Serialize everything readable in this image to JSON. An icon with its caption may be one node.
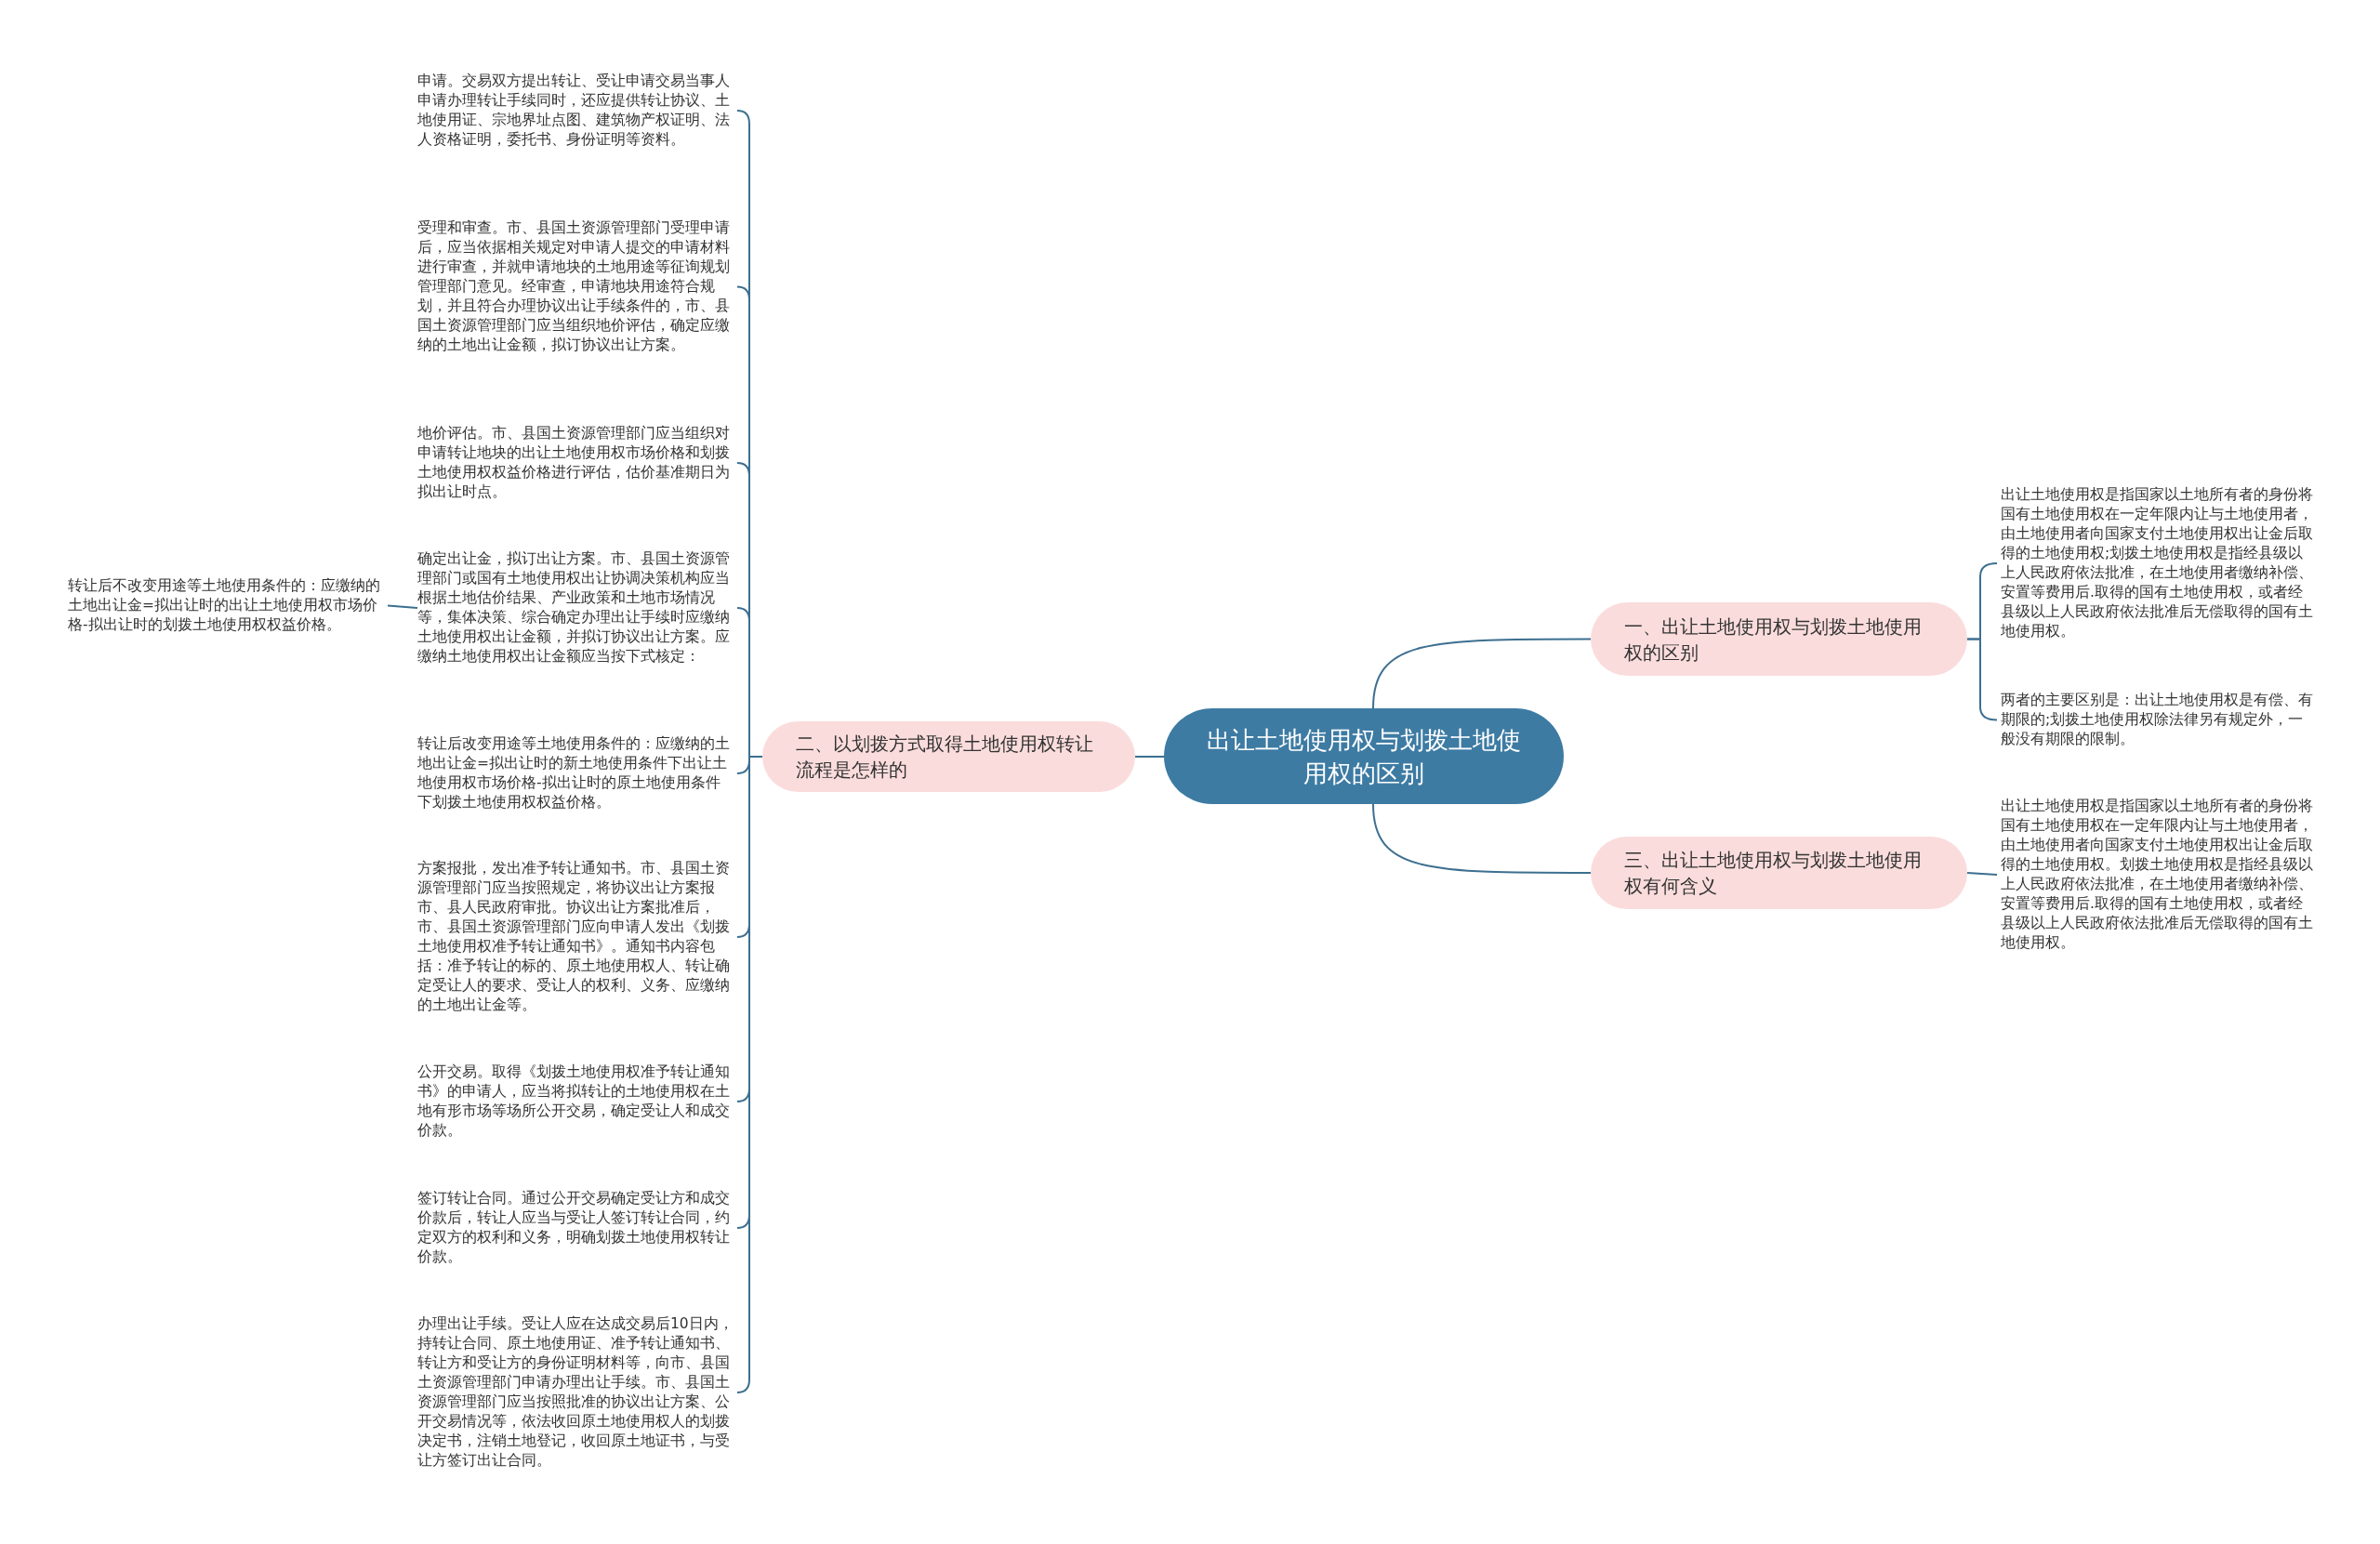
{
  "diagram": {
    "nodes": [
      {
        "text": [
          "出让土地使用权与划拨土地使用权的区别"
        ]
      },
      {
        "text": [
          "二、以划拨方式取得土地使用权转让流程是怎样的"
        ]
      },
      {
        "text": [
          "申请。交易双方提出转让、受让申请交易当事人申请办理转让手续同时，还应提供转让协议、土地使用证、宗地界址点图、建筑物产权证明、法人资格证明，委托书、身份证明等资料。"
        ]
      },
      {
        "text": [
          "受理和审查。市、县国土资源管理部门受理申请后，应当依据相关规定对申请人提交的申请材料进行审查，并就申请地块的土地用途等征询规划管理部门意见。经审查，申请地块用途符合规划，并且符合办理协议出让手续条件的，市、县国土资源管理部门应当组织地价评估，确定应缴纳的土地出让金额，拟订协议出让方案。"
        ]
      },
      {
        "text": [
          "地价评估。市、县国土资源管理部门应当组织对申请转让地块的出让土地使用权市场价格和划拨土地使用权权益价格进行评估，估价基准期日为拟出让时点。"
        ]
      },
      {
        "text": [
          "确定出让金，拟订出让方案。市、县国土资源管理部门或国有土地使用权出让协调决策机构应当根据土地估价结果、产业政策和土地市场情况等，集体决策、综合确定办理出让手续时应缴纳土地使用权出让金额，并拟订协议出让方案。应缴纳土地使用权出让金额应当按下式核定："
        ]
      },
      {
        "text": [
          "转让后不改变用途等土地使用条件的：应缴纳的土地出让金=拟出让时的出让土地使用权市场价格-拟出让时的划拨土地使用权权益价格。"
        ]
      },
      {
        "text": [
          "转让后改变用途等土地使用条件的：应缴纳的土地出让金=拟出让时的新土地使用条件下出让土地使用权市场价格-拟出让时的原土地使用条件下划拨土地使用权权益价格。"
        ]
      },
      {
        "text": [
          "方案报批，发出准予转让通知书。市、县国土资源管理部门应当按照规定，将协议出让方案报市、县人民政府审批。协议出让方案批准后，市、县国土资源管理部门应向申请人发出《划拨土地使用权准予转让通知书》。通知书内容包括：准予转让的标的、原土地使用权人、转让确定受让人的要求、受让人的权利、义务、应缴纳的土地出让金等。"
        ]
      },
      {
        "text": [
          "公开交易。取得《划拨土地使用权准予转让通知书》的申请人，应当将拟转让的土地使用权在土地有形市场等场所公开交易，确定受让人和成交价款。"
        ]
      },
      {
        "text": [
          "签订转让合同。通过公开交易确定受让方和成交价款后，转让人应当与受让人签订转让合同，约定双方的权利和义务，明确划拨土地使用权转让价款。"
        ]
      },
      {
        "text": [
          "办理出让手续。受让人应在达成交易后10日内，持转让合同、原土地使用证、准予转让通知书、转让方和受让方的身份证明材料等，向市、县国土资源管理部门申请办理出让手续。市、县国土资源管理部门应当按照批准的协议出让方案、公开交易情况等，依法收回原土地使用权人的划拨决定书，注销土地登记，收回原土地证书，与受让方签订出让合同。"
        ]
      },
      {
        "text": [
          "一、出让土地使用权与划拨土地使用权的区别"
        ]
      },
      {
        "text": [
          "出让土地使用权是指国家以土地所有者的身份将国有土地使用权在一定年限内让与土地使用者，由土地使用者向国家支付土地使用权出让金后取得的土地使用权;划拨土地使用权是指经县级以上人民政府依法批准，在土地使用者缴纳补偿、安置等费用后.取得的国有土地使用权，或者经县级以上人民政府依法批准后无偿取得的国有土地使用权。"
        ]
      },
      {
        "text": [
          "两者的主要区别是：出让土地使用权是有偿、有期限的;划拨土地使用权除法律另有规定外，一般没有期限的限制。"
        ]
      },
      {
        "text": [
          "三、出让土地使用权与划拨土地使用权有何含义"
        ]
      },
      {
        "text": [
          "出让土地使用权是指国家以土地所有者的身份将国有土地使用权在一定年限内让与土地使用者，由土地使用者向国家支付土地使用权出让金后取得的土地使用权。划拨土地使用权是指经县级以上人民政府依法批准，在土地使用者缴纳补偿、安置等费用后.取得的国有土地使用权，或者经县级以上人民政府依法批准后无偿取得的国有土地使用权。"
        ]
      }
    ],
    "edges": [
      {
        "from": 0,
        "to": 1,
        "arrow": "none"
      },
      {
        "from": 1,
        "to": 2,
        "arrow": "none"
      },
      {
        "from": 1,
        "to": 3,
        "arrow": "none"
      },
      {
        "from": 1,
        "to": 4,
        "arrow": "none"
      },
      {
        "from": 1,
        "to": 5,
        "arrow": "none"
      },
      {
        "from": 5,
        "to": 6,
        "arrow": "none"
      },
      {
        "from": 1,
        "to": 7,
        "arrow": "none"
      },
      {
        "from": 1,
        "to": 8,
        "arrow": "none"
      },
      {
        "from": 1,
        "to": 9,
        "arrow": "none"
      },
      {
        "from": 1,
        "to": 10,
        "arrow": "none"
      },
      {
        "from": 1,
        "to": 11,
        "arrow": "none"
      },
      {
        "from": 0,
        "to": 12,
        "arrow": "none"
      },
      {
        "from": 12,
        "to": 13,
        "arrow": "none"
      },
      {
        "from": 12,
        "to": 14,
        "arrow": "none"
      },
      {
        "from": 0,
        "to": 15,
        "arrow": "none"
      },
      {
        "from": 15,
        "to": 16,
        "arrow": "none"
      }
    ]
  }
}
